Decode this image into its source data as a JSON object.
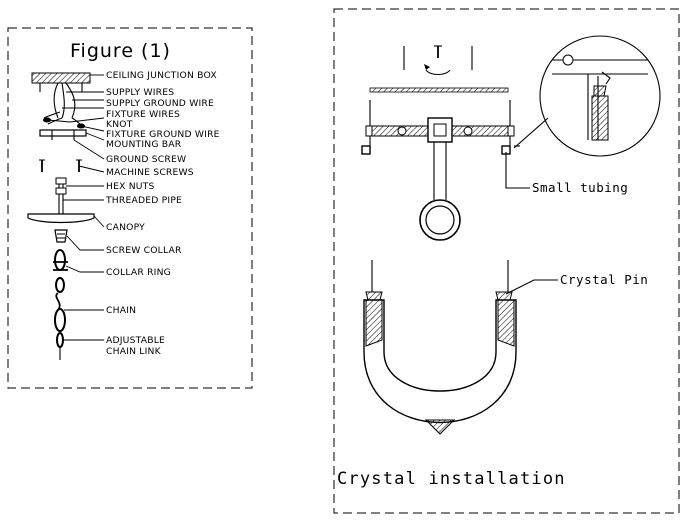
{
  "figure1": {
    "title": "Figure (1)",
    "labels": {
      "ceiling_junction_box": "CEILING JUNCTION BOX",
      "supply_wires": "SUPPLY WIRES",
      "supply_ground_wire": "SUPPLY GROUND WIRE",
      "fixture_wires": "FIXTURE WIRES",
      "knot": "KNOT",
      "fixture_ground_wire": "FIXTURE GROUND WIRE",
      "mounting_bar": "MOUNTING BAR",
      "ground_screw": "GROUND SCREW",
      "machine_screws": "MACHINE SCREWS",
      "hex_nuts": "HEX NUTS",
      "threaded_pipe": "THREADED PIPE",
      "canopy": "CANOPY",
      "screw_collar": "SCREW COLLAR",
      "collar_ring": "COLLAR RING",
      "chain": "CHAIN",
      "adjustable_line1": "ADJUSTABLE",
      "adjustable_line2": "CHAIN LINK"
    }
  },
  "crystal": {
    "title": "Crystal installation",
    "small_tubing": "Small tubing",
    "crystal_pin": "Crystal Pin"
  },
  "colors": {
    "line": "#000000",
    "background": "#ffffff"
  }
}
